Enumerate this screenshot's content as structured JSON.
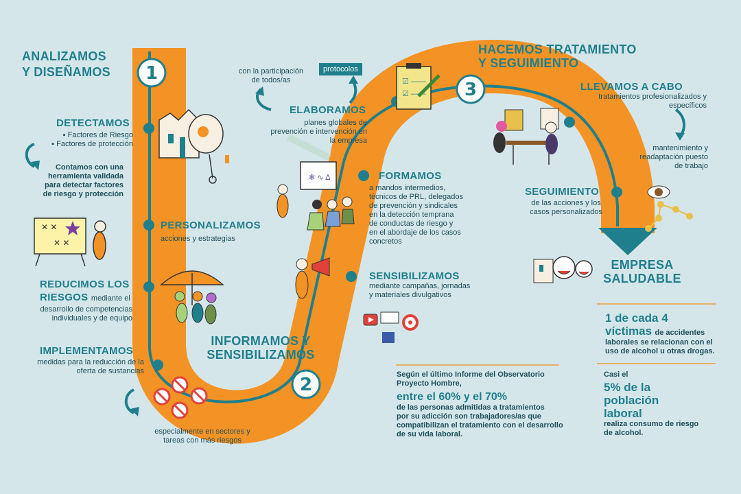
{
  "colors": {
    "road": "#f39325",
    "teal": "#1f7f8c",
    "dark": "#1d4e5c",
    "bg": "#d5e6ea",
    "accent_line": "#e8a13a"
  },
  "steps": [
    {
      "number": "1",
      "title_lines": [
        "ANALIZAMOS",
        "Y DISEÑAMOS"
      ]
    },
    {
      "number": "2",
      "title_lines": [
        "INFORMAMOS Y",
        "SENSIBILIZAMOS"
      ]
    },
    {
      "number": "3",
      "title_lines": [
        "HACEMOS TRATAMIENTO",
        "Y SEGUIMIENTO"
      ]
    }
  ],
  "left": {
    "detectamos": {
      "title": "DETECTAMOS",
      "bullets": [
        "Factores de Riesgo",
        "Factores de protección"
      ],
      "desc_lines": [
        "Contamos con una",
        "herramienta validada",
        "para detectar factores",
        "de riesgo y protección"
      ]
    },
    "personalizamos": {
      "title": "PERSONALIZAMOS",
      "desc": "acciones y estrategias"
    },
    "reducimos": {
      "title_line1": "REDUCIMOS LOS",
      "title_line2": "RIESGOS",
      "desc_inline": "mediante el",
      "desc_lines": [
        "desarrollo de competencias",
        "individuales y de equipo"
      ]
    },
    "implementamos": {
      "title": "IMPLEMENTAMOS",
      "desc_lines": [
        "medidas para la reducción de la",
        "oferta de sustancias"
      ]
    },
    "sectores": {
      "desc_lines": [
        "especialmente en sectores y",
        "tareas con más riesgos"
      ]
    }
  },
  "middle": {
    "participacion": {
      "desc_lines": [
        "con la participación",
        "de todos/as"
      ]
    },
    "protocolos": "protocolos",
    "elaboramos": {
      "title": "ELABORAMOS",
      "desc_lines": [
        "planes globales de",
        "prevención e intervención en",
        "la empresa"
      ]
    },
    "formamos": {
      "title": "FORMAMOS",
      "desc_lines": [
        "a mandos intermedios,",
        "técnicos de PRL, delegados",
        "de prevención y sindicales",
        "en la detección temprana",
        "de conductas de riesgo y",
        "en el abordaje de los casos",
        "concretos"
      ]
    },
    "sensibilizamos": {
      "title": "SENSIBILIZAMOS",
      "desc_lines": [
        "mediante campañas, jornadas",
        "y materiales divulgativos"
      ]
    }
  },
  "right": {
    "llevamos": {
      "title": "LLEVAMOS A CABO",
      "desc_lines": [
        "tratamientos profesionalizados y",
        "específicos"
      ]
    },
    "mantenimiento": {
      "desc_lines": [
        "mantenimiento y",
        "readaptación puesto",
        "de trabajo"
      ]
    },
    "seguimiento": {
      "title": "SEGUIMIENTO",
      "desc_lines": [
        "de las acciones y los",
        "casos personalizados"
      ]
    },
    "empresa": {
      "title_lines": [
        "EMPRESA",
        "SALUDABLE"
      ]
    }
  },
  "stats": {
    "informe": {
      "intro_lines": [
        "Según el último Informe del Observatorio",
        "Proyecto Hombre,"
      ],
      "highlight": "entre el 60% y el 70%",
      "desc_lines": [
        "de las personas admitidas a tratamientos",
        "por su adicción son trabajadores/as que",
        "compatibilizan el tratamiento con el desarrollo",
        "de su vida laboral."
      ]
    },
    "victimas": {
      "big_line1": "1 de cada 4",
      "big_word": "víctimas",
      "inline": "de accidentes",
      "desc_lines": [
        "laborales se relacionan con el",
        "uso de alcohol u otras drogas."
      ]
    },
    "alcohol": {
      "intro": "Casi el",
      "big_lines": [
        "5% de la",
        "población",
        "laboral"
      ],
      "desc_lines": [
        "realiza consumo de riesgo",
        "de alcohol."
      ]
    }
  }
}
